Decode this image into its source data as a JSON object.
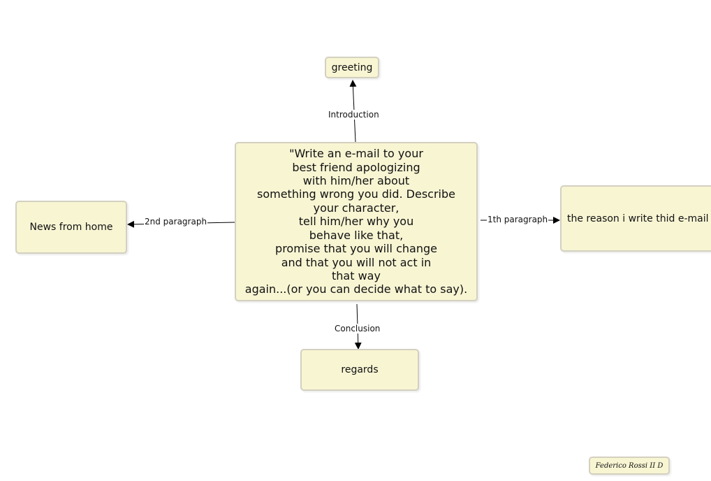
{
  "nodes": {
    "center": "\"Write an e-mail to your\nbest friend apologizing\nwith him/her about\nsomething wrong you did. Describe\nyour character,\ntell him/her why you\nbehave like that,\npromise that you will change\nand that you will not act in\nthat way\nagain...(or you can decide what to say).",
    "greeting": "greeting",
    "news": "News from home",
    "reason": "the reason i write thid e-mail",
    "regards": "regards",
    "author": "Federico Rossi II D"
  },
  "links": {
    "introduction": "Introduction",
    "conclusion": "Conclusion",
    "second_paragraph": "2nd paragraph",
    "first_paragraph": "1th paragraph"
  },
  "colors": {
    "node_fill": "#f8f5d3",
    "node_border": "#d3d0c0",
    "line": "#000000"
  }
}
